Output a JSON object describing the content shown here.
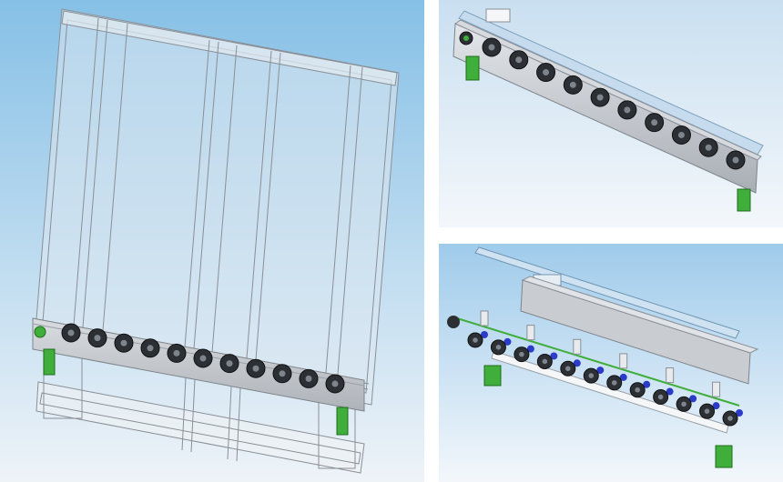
{
  "views": [
    {
      "name": "assembled-front-view",
      "background_top": "#86c0e6",
      "background_bottom": "#eef3f8"
    },
    {
      "name": "assembled-isometric-view",
      "background_top": "#c9dff0",
      "background_bottom": "#f3f7fb"
    },
    {
      "name": "exploded-isometric-view",
      "background_top": "#9fcbeb",
      "background_bottom": "#f3f7fb"
    }
  ],
  "colors": {
    "frame_line": "#8a8f96",
    "glass": "#dfe9f2",
    "rail_metal": "#c8ccd2",
    "wheel_dark": "#2c2f33",
    "wheel_hub": "#7d848c",
    "bracket_green": "#3fae3a",
    "axle_blue": "#2a3cc8"
  },
  "counts": {
    "front_rollers": 11,
    "iso_rollers": 10,
    "exploded_rollers": 12
  }
}
